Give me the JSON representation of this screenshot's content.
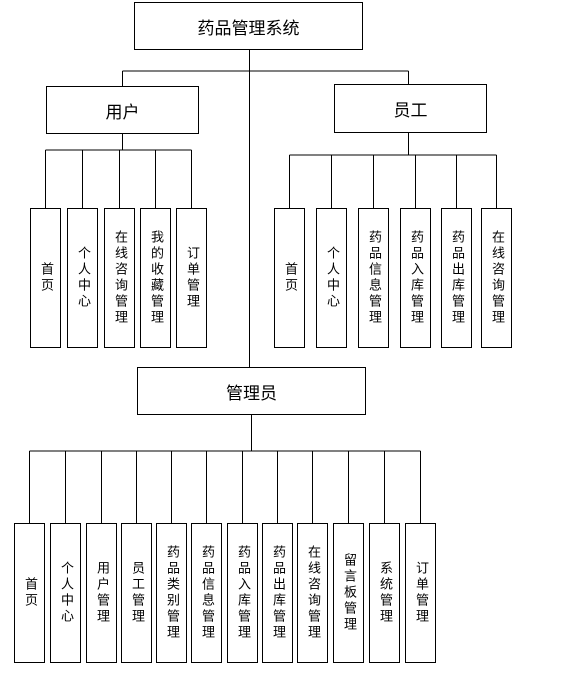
{
  "root": {
    "label": "药品管理系统"
  },
  "user": {
    "label": "用户",
    "children": [
      "首页",
      "个人中心",
      "在线咨询管理",
      "我的收藏管理",
      "订单管理"
    ]
  },
  "staff": {
    "label": "员工",
    "children": [
      "首页",
      "个人中心",
      "药品信息管理",
      "药品入库管理",
      "药品出库管理",
      "在线咨询管理"
    ]
  },
  "admin": {
    "label": "管理员",
    "children": [
      "首页",
      "个人中心",
      "用户管理",
      "员工管理",
      "药品类别管理",
      "药品信息管理",
      "药品入库管理",
      "药品出库管理",
      "在线咨询管理",
      "留言板管理",
      "系统管理",
      "订单管理"
    ]
  }
}
